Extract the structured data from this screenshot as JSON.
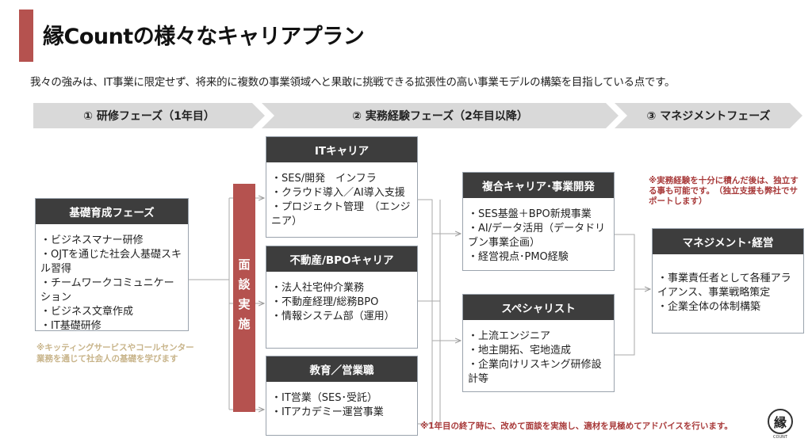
{
  "header": {
    "title": "縁Countの様々なキャリアプラン",
    "subtitle": "我々の強みは、IT事業に限定せず、将来的に複数の事業領域へと果敢に挑戦できる拡張性の高い事業モデルの構築を目指している点です。"
  },
  "phases": [
    "①  研修フェーズ（1年目）",
    "②  実務経験フェーズ（2年目以降）",
    "③  マネジメントフェーズ"
  ],
  "basic": {
    "title": "基礎育成フェーズ",
    "items": [
      "・ビジネスマナー研修",
      "・OJTを通じた社会人基礎スキル習得",
      "・チームワークコミュニケーション",
      "・ビジネス文章作成",
      "・IT基礎研修"
    ],
    "note": "※キッティングサービスやコールセンター業務を通じて社会人の基礎を学びます"
  },
  "interview": "面談実施",
  "it": {
    "title": "ITキャリア",
    "items": [
      "・SES/開発　インフラ",
      "・クラウド導入／AI導入支援",
      "・プロジェクト管理　（エンジニア）"
    ]
  },
  "realestate": {
    "title": "不動産/BPOキャリア",
    "items": [
      "・法人社宅仲介業務",
      "・不動産経理/総務BPO",
      "・情報システム部（運用）"
    ]
  },
  "education": {
    "title": "教育／営業職",
    "items": [
      "・IT営業（SES･受託）",
      "・ITアカデミー運営事業"
    ]
  },
  "composite": {
    "title": "複合キャリア･事業開発",
    "items": [
      "・SES基盤＋BPO新規事業",
      "・AI/データ活用（データドリブン事業企画）",
      "・経営視点･PMO経験"
    ]
  },
  "specialist": {
    "title": "スペシャリスト",
    "items": [
      "・上流エンジニア",
      "・地主開拓、宅地造成",
      "・企業向けリスキング研修設計等"
    ]
  },
  "management": {
    "title": "マネジメント･経営",
    "items": [
      "・事業責任者として各種アライアンス、事業戦略策定",
      "・企業全体の体制構築"
    ]
  },
  "notes": {
    "independence": "※実務経験を十分に積んだ後は、独立する事も可能です。　（独立支援も弊社でサポートします）",
    "bottom": "※1年目の終了時に、改めて面談を実施し、適材を見極めてアドバイスを行います。"
  },
  "logo": {
    "mark": "縁",
    "text": "COUNT"
  }
}
